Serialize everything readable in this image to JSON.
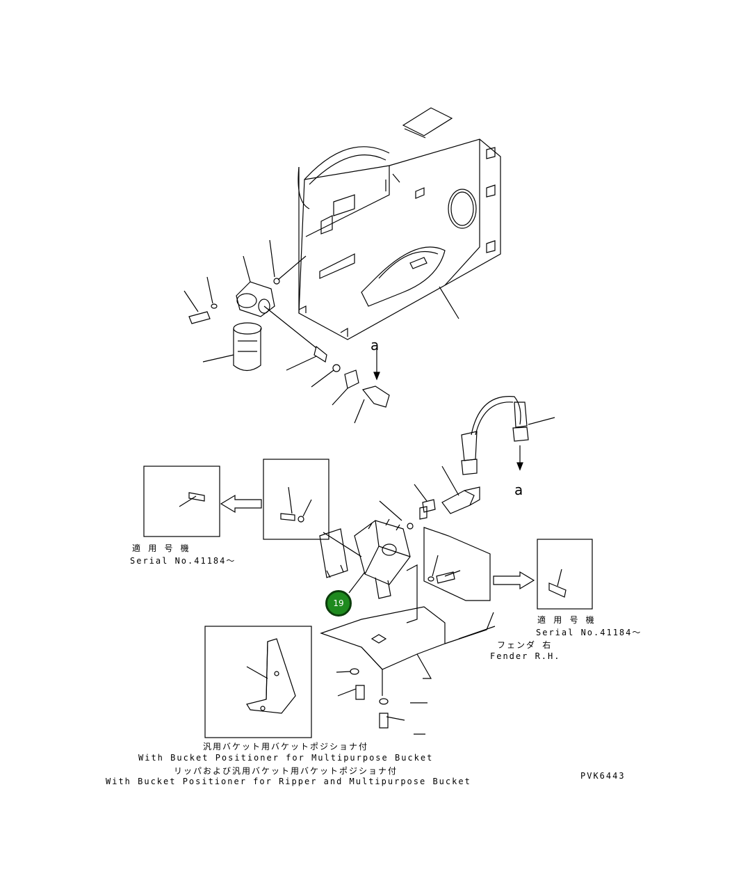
{
  "annotations": {
    "view_marker_top": "a",
    "view_marker_mid": "a",
    "serial_left_jp": "適 用 号 機",
    "serial_left_en": "Serial No.41184～",
    "serial_right_jp": "適 用 号 機",
    "serial_right_en": "Serial No.41184～",
    "fender_jp": "フェンダ 右",
    "fender_en": "Fender R.H.",
    "bucket_multi_jp": "汎用バケット用バケットポジショナ付",
    "bucket_multi_en": "With Bucket Positioner for Multipurpose Bucket",
    "bucket_ripper_jp": "リッパおよび汎用バケット用バケットポジショナ付",
    "bucket_ripper_en": "With Bucket Positioner for Ripper and Multipurpose Bucket",
    "drawing_code": "PVK6443"
  },
  "callouts": [
    {
      "label": "19"
    }
  ],
  "colors": {
    "callout_fill": "#1e8a1e",
    "callout_border": "#0b3d0b",
    "line": "#000000"
  }
}
